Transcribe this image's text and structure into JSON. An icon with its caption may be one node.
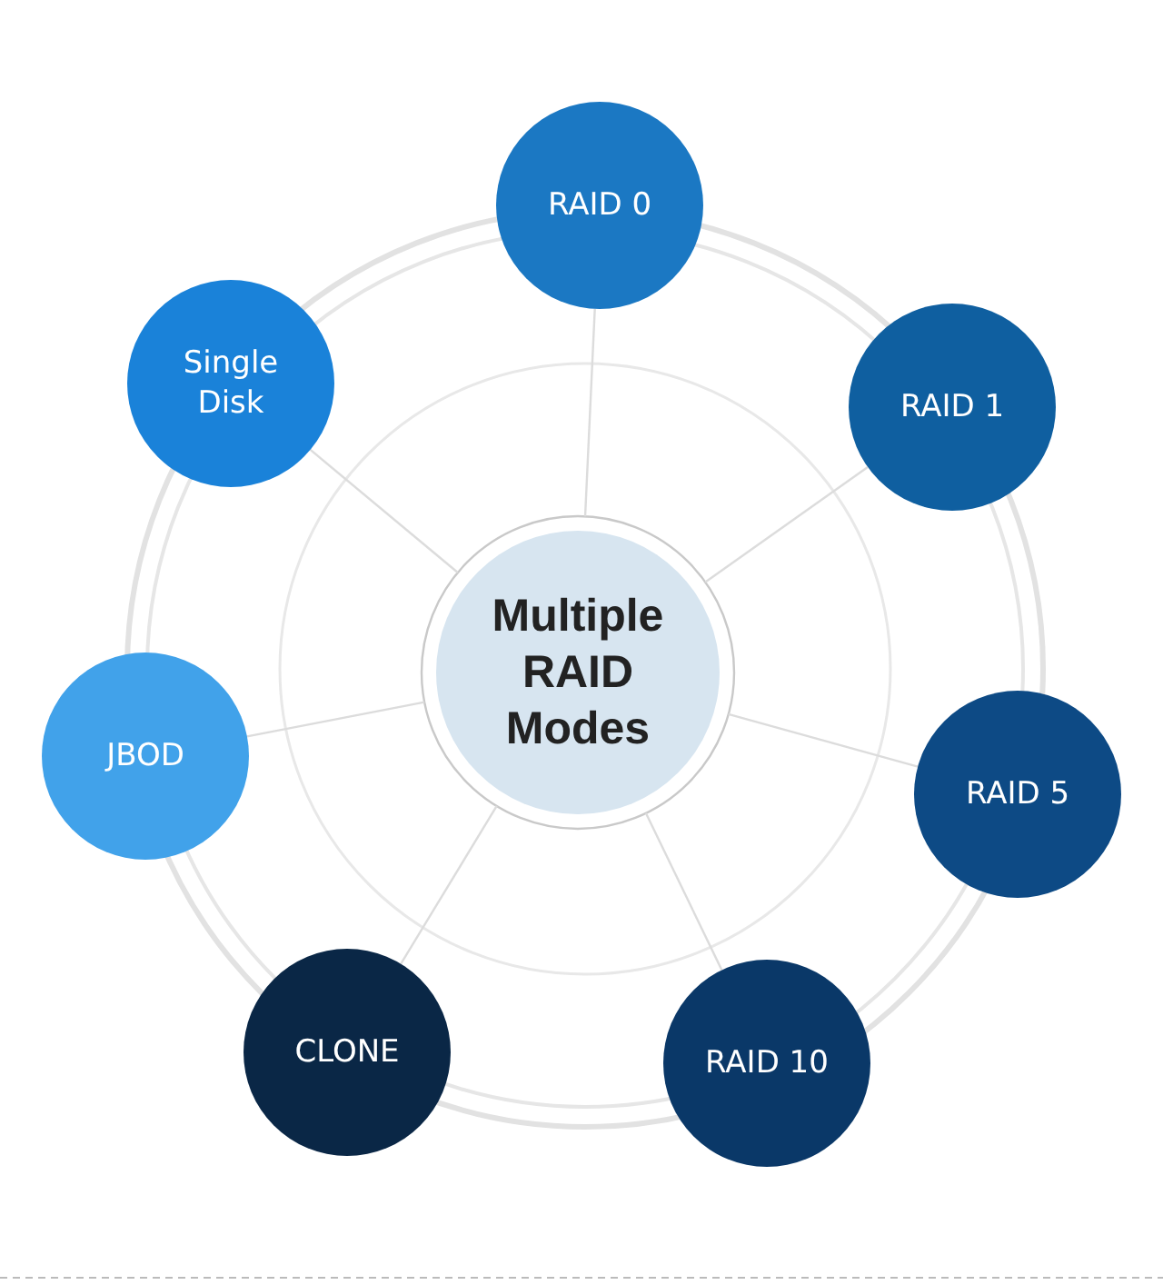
{
  "diagram": {
    "nodes": [
      {
        "text": [
          "Multiple RAID Modes"
        ]
      },
      {
        "text": [
          "RAID 0"
        ]
      },
      {
        "text": [
          "RAID 1"
        ]
      },
      {
        "text": [
          "RAID 5"
        ]
      },
      {
        "text": [
          "RAID 10"
        ]
      },
      {
        "text": [
          "CLONE"
        ]
      },
      {
        "text": [
          "JBOD"
        ]
      },
      {
        "text": [
          "Single Disk"
        ]
      }
    ],
    "edges": [
      {
        "from": 0,
        "to": 1,
        "arrow": "none"
      },
      {
        "from": 0,
        "to": 2,
        "arrow": "none"
      },
      {
        "from": 0,
        "to": 3,
        "arrow": "none"
      },
      {
        "from": 0,
        "to": 4,
        "arrow": "none"
      },
      {
        "from": 0,
        "to": 5,
        "arrow": "none"
      },
      {
        "from": 0,
        "to": 6,
        "arrow": "none"
      },
      {
        "from": 0,
        "to": 7,
        "arrow": "none"
      }
    ]
  }
}
